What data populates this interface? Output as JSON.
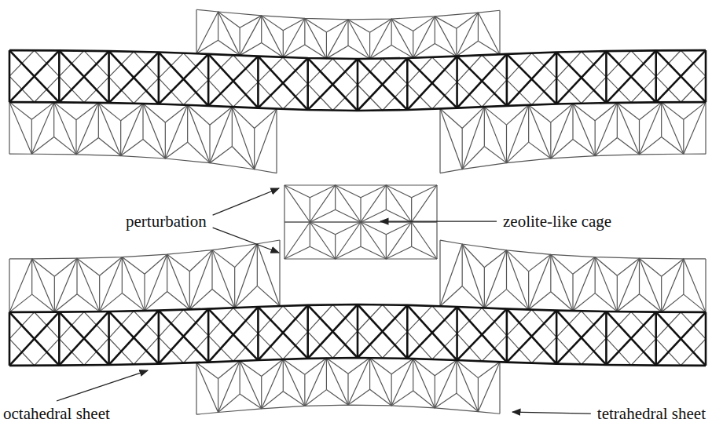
{
  "diagram": {
    "labels": [
      "perturbation",
      "zeolite-like cage",
      "octahedral sheet",
      "tetrahedral sheet"
    ]
  }
}
